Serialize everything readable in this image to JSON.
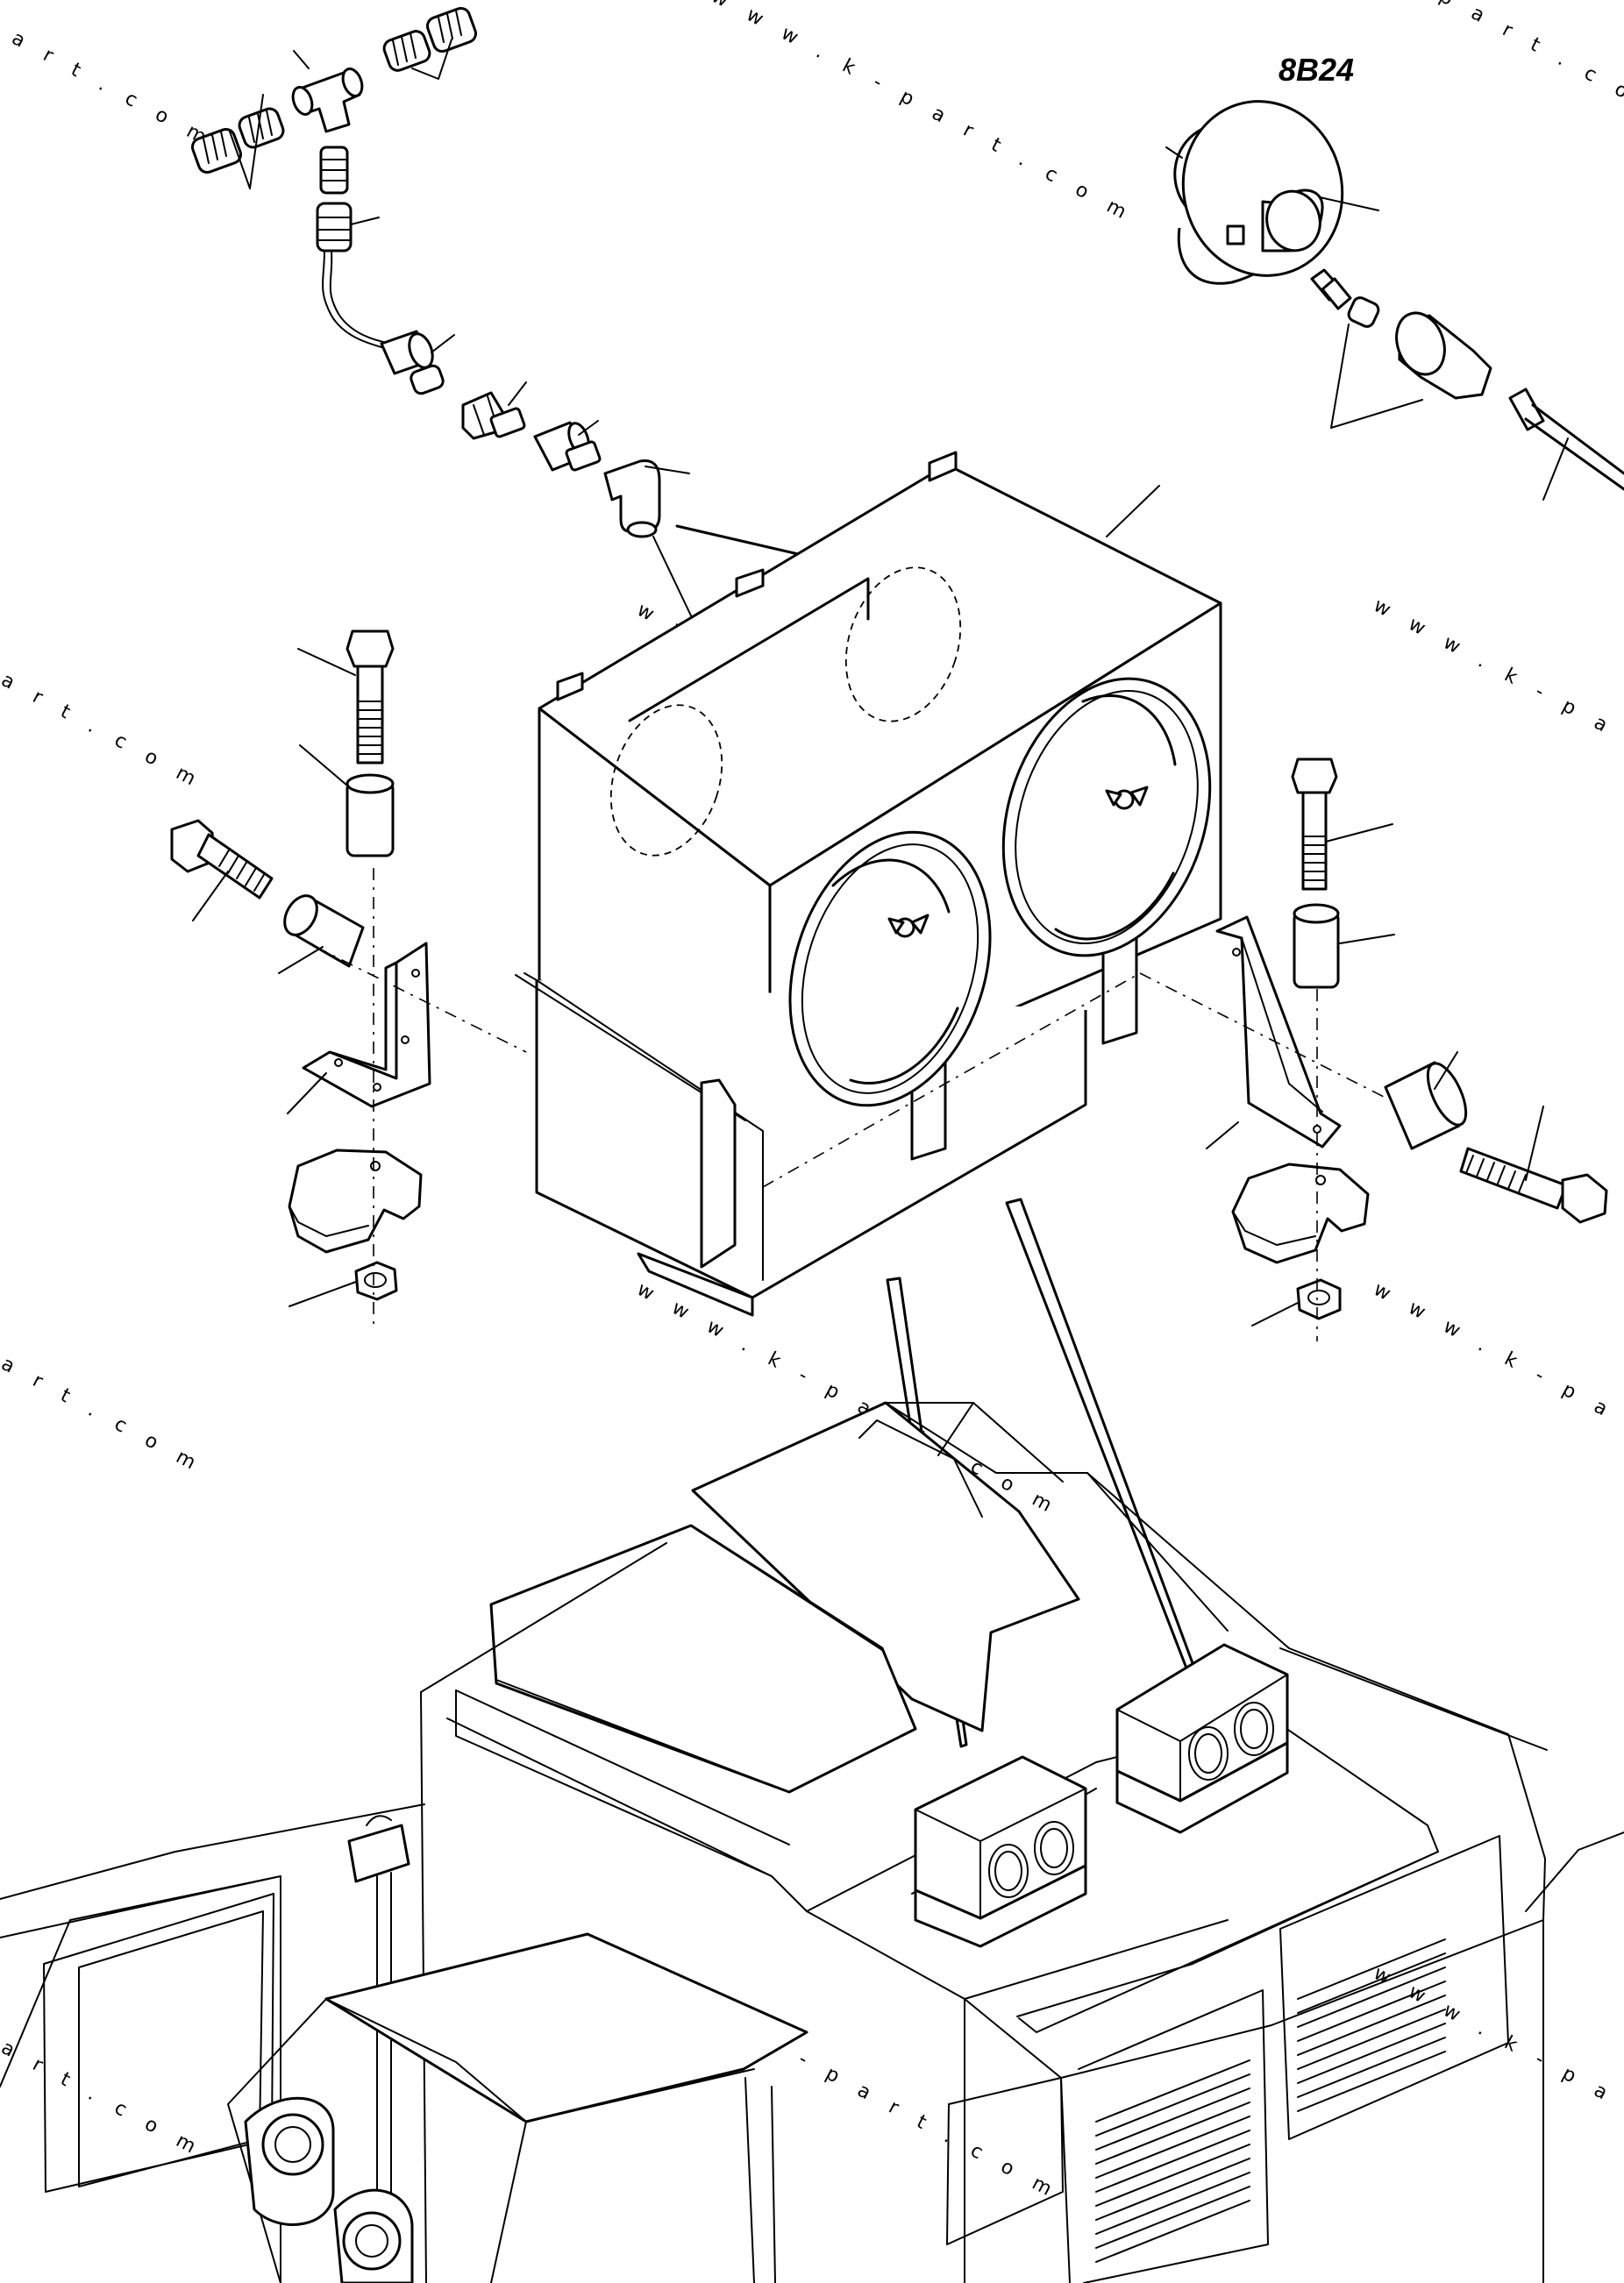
{
  "drawing": {
    "code": "8B24",
    "watermark": "w w w . k - p a r t . c o m",
    "watermark_fragment": "a r t . c o m",
    "watermark_fragment_2": "p a r t . c o m"
  },
  "icons": {
    "hose_tee_assembly": "hose-tee-fitting-icon",
    "horn": "horn-icon",
    "radiator_block": "radiator-block-icon",
    "bracket": "bracket-icon",
    "bolt": "bolt-icon",
    "spacer": "spacer-icon",
    "mount": "rubber-mount-icon",
    "nut": "nut-icon",
    "machine": "machine-cab-icon"
  },
  "colors": {
    "line": "#000000",
    "background": "#ffffff"
  }
}
